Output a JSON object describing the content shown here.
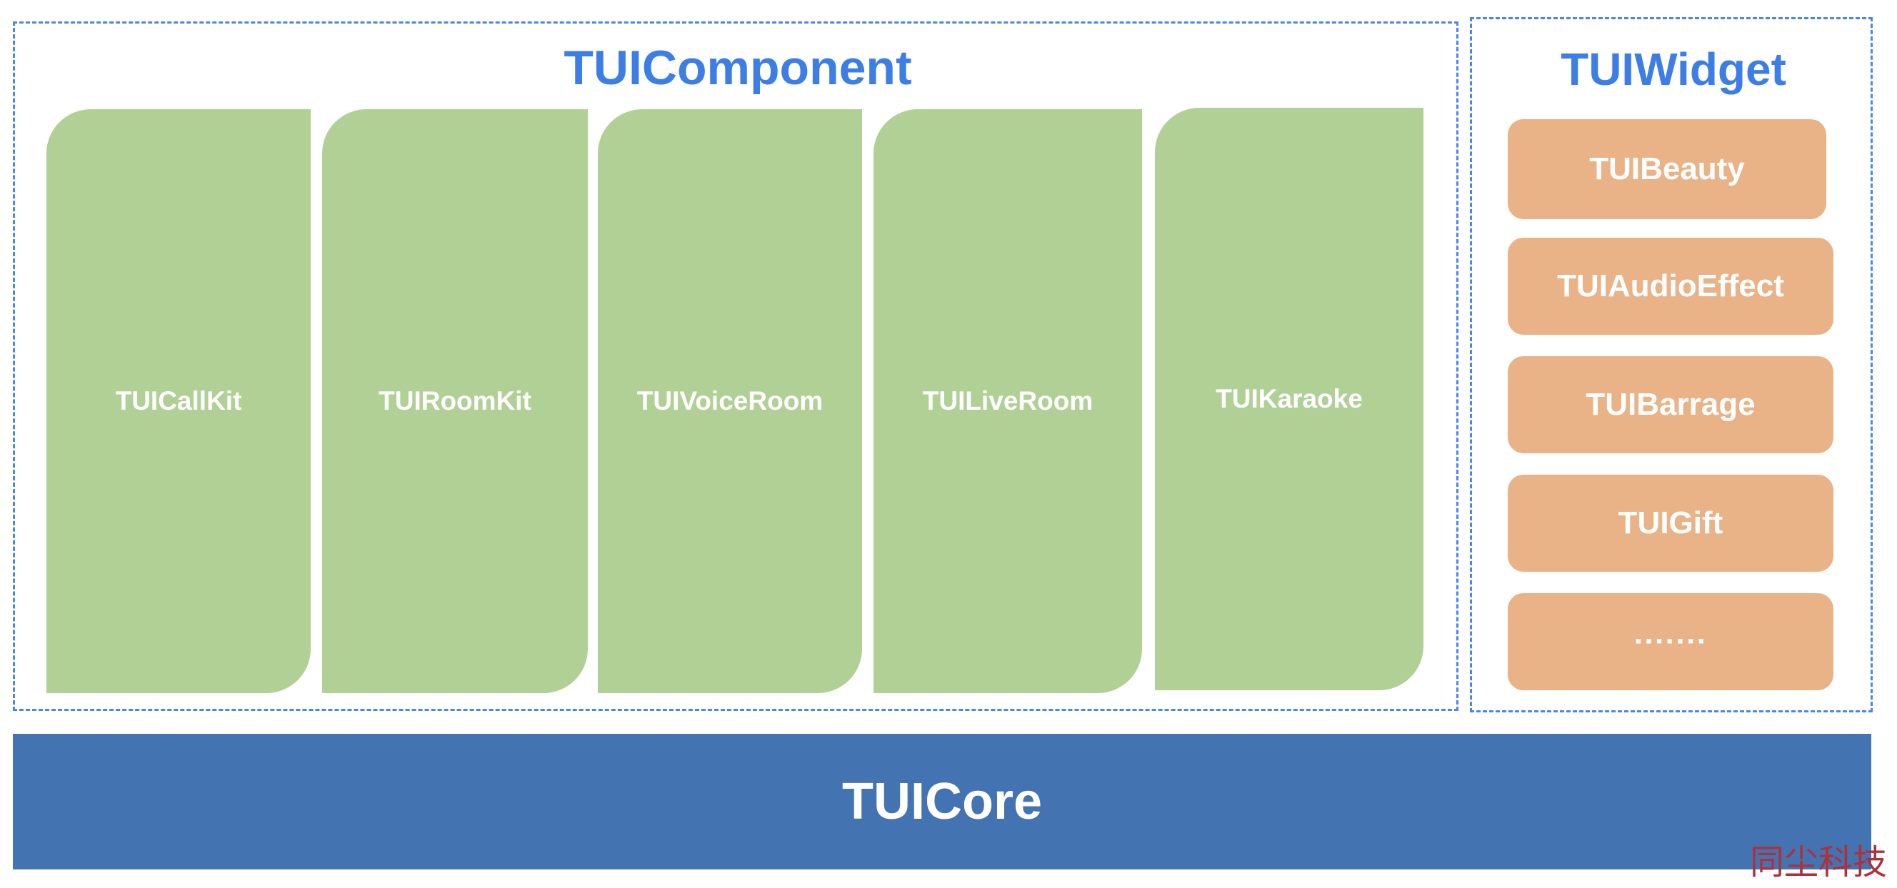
{
  "diagram": {
    "component_group": {
      "title": "TUIComponent",
      "items": [
        "TUICallKit",
        "TUIRoomKit",
        "TUIVoiceRoom",
        "TUILiveRoom",
        "TUIKaraoke"
      ]
    },
    "widget_group": {
      "title": "TUIWidget",
      "items": [
        "TUIBeauty",
        "TUIAudioEffect",
        "TUIBarrage",
        "TUIGift",
        "·······"
      ]
    },
    "core": {
      "label": "TUICore"
    },
    "watermark": "同尘科技"
  },
  "colors": {
    "group_border": "#4a86e8",
    "group_title": "#3d7ee6",
    "component_fill": "#b1d096",
    "widget_fill": "#e9b287",
    "core_fill": "#4373b1",
    "label_text": "#ffffff",
    "watermark": "#b0303a"
  }
}
